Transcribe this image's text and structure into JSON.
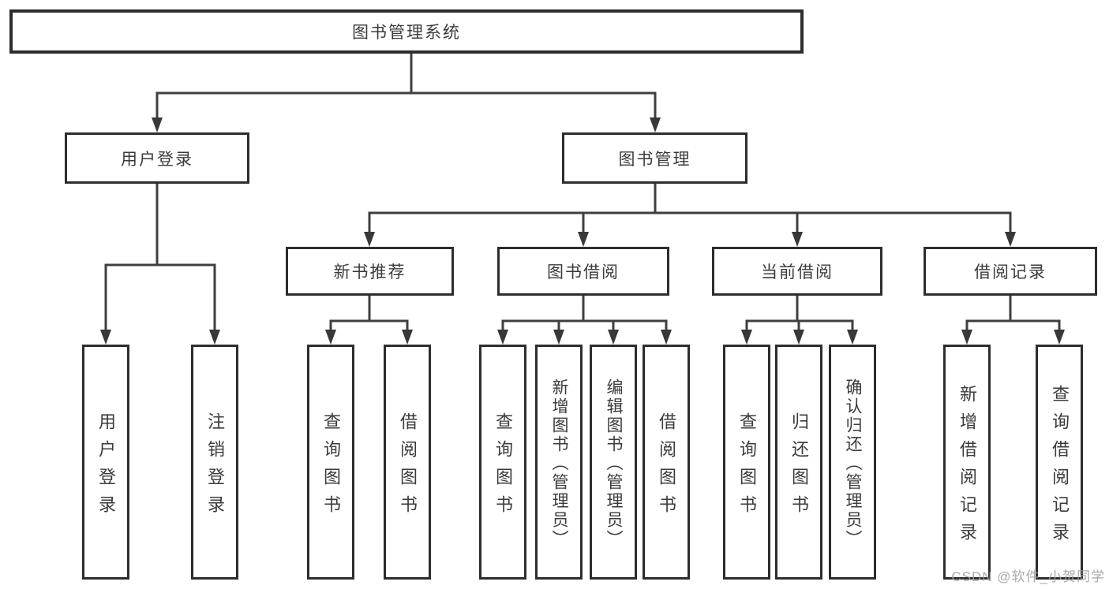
{
  "diagram_type": "hierarchy-tree",
  "colors": {
    "background": "#ffffff",
    "line": "#3f3f3f",
    "arrow": "#383838",
    "box_border": "#2d2d2d",
    "box_fill": "#ffffff",
    "text": "#3b3b3b",
    "watermark": "#a0a0a0"
  },
  "watermark": {
    "text": "CSDN @软件_小贺同学"
  },
  "tree": {
    "label": "图书管理系统",
    "children": [
      {
        "label": "用户登录",
        "children": [
          {
            "label": "用户登录"
          },
          {
            "label": "注销登录"
          }
        ]
      },
      {
        "label": "图书管理",
        "children": [
          {
            "label": "新书推荐",
            "children": [
              {
                "label": "查询图书"
              },
              {
                "label": "借阅图书"
              }
            ]
          },
          {
            "label": "图书借阅",
            "children": [
              {
                "label": "查询图书"
              },
              {
                "label": "新增图书（管理员）"
              },
              {
                "label": "编辑图书（管理员）"
              },
              {
                "label": "借阅图书"
              }
            ]
          },
          {
            "label": "当前借阅",
            "children": [
              {
                "label": "查询图书"
              },
              {
                "label": "归还图书"
              },
              {
                "label": "确认归还（管理员）"
              }
            ]
          },
          {
            "label": "借阅记录",
            "children": [
              {
                "label": "新增借阅记录"
              },
              {
                "label": "查询借阅记录"
              }
            ]
          }
        ]
      }
    ]
  }
}
